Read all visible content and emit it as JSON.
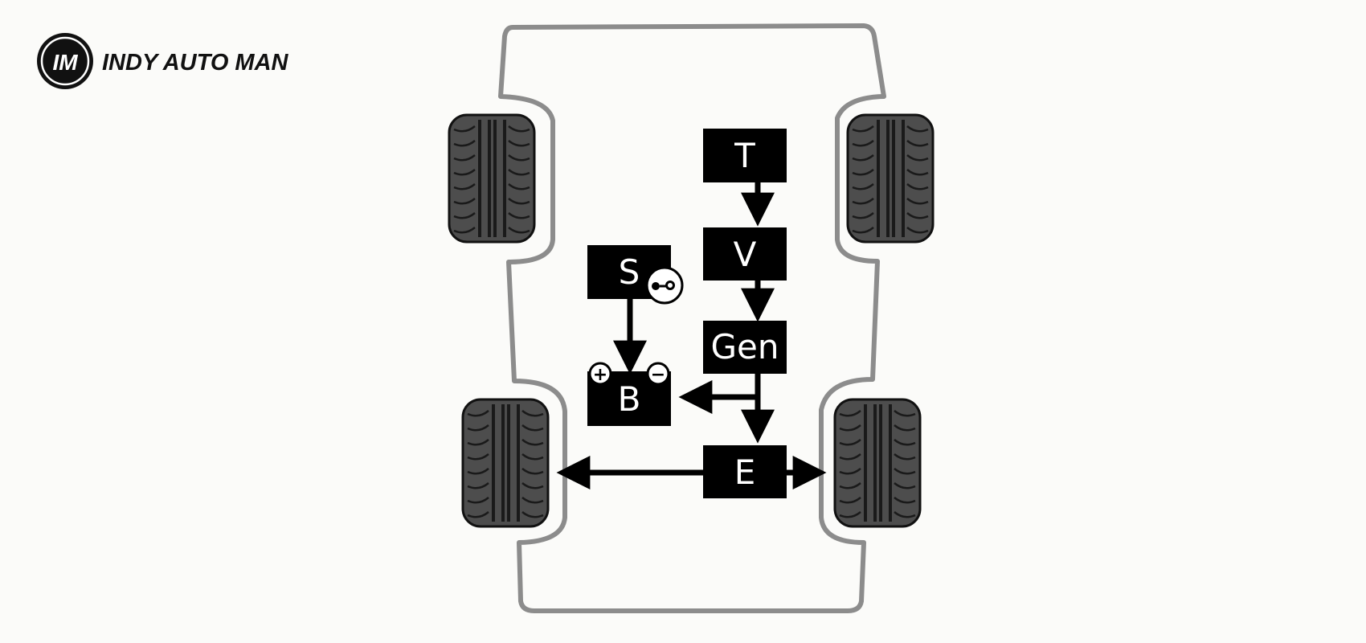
{
  "brand": {
    "monogram": "IM",
    "name": "INDY AUTO MAN"
  },
  "colors": {
    "background": "#fbfbf9",
    "chassis_outline": "#8c8c8c",
    "tire": "#4a4a4a",
    "component_box": "#000000",
    "component_text": "#ffffff"
  },
  "components": {
    "t": {
      "label": "T"
    },
    "v": {
      "label": "V"
    },
    "gen": {
      "label": "Gen"
    },
    "s": {
      "label": "S"
    },
    "b": {
      "label": "B"
    },
    "e": {
      "label": "E"
    }
  },
  "battery_terminals": {
    "positive": "+",
    "negative": "−"
  },
  "icons": {
    "switch": "switch-toggle-icon",
    "battery_positive": "plus-icon",
    "battery_negative": "minus-icon"
  }
}
